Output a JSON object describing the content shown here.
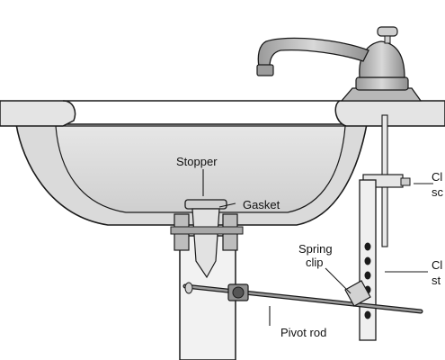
{
  "diagram": {
    "labels": {
      "stopper": "Stopper",
      "gasket": "Gasket",
      "spring_clip_line1": "Spring",
      "spring_clip_line2": "clip",
      "pivot_rod": "Pivot rod",
      "clevis_screw_partial_1": "Cl",
      "clevis_screw_partial_2": "sc",
      "clevis_strap_partial_1": "Cl",
      "clevis_strap_partial_2": "st"
    },
    "colors": {
      "outline": "#1a1a1a",
      "basin_fill": "#d6d6d6",
      "rim_fill": "#e2e2e2",
      "metal_fill": "#bfbfbf",
      "pipe_fill": "#ececec",
      "background": "#ffffff"
    }
  }
}
